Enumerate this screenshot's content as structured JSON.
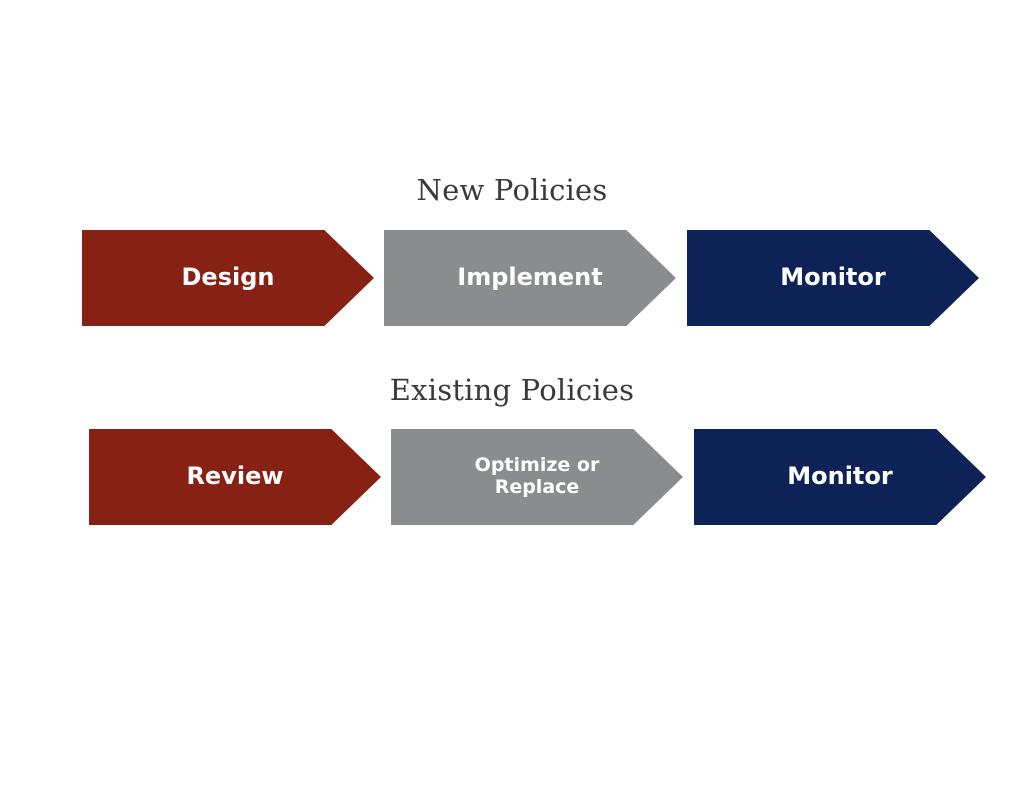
{
  "colors": {
    "red": "#862113",
    "gray": "#8a8c8e",
    "navy": "#0d2257",
    "title_text": "#3a3a3a",
    "background": "#ffffff"
  },
  "rows": [
    {
      "title": "New Policies",
      "steps": [
        {
          "label": "Design",
          "color": "red"
        },
        {
          "label": "Implement",
          "color": "gray"
        },
        {
          "label": "Monitor",
          "color": "navy"
        }
      ]
    },
    {
      "title": "Existing Policies",
      "steps": [
        {
          "label": "Review",
          "color": "red"
        },
        {
          "label": "Optimize or\nReplace",
          "color": "gray"
        },
        {
          "label": "Monitor",
          "color": "navy"
        }
      ]
    }
  ]
}
